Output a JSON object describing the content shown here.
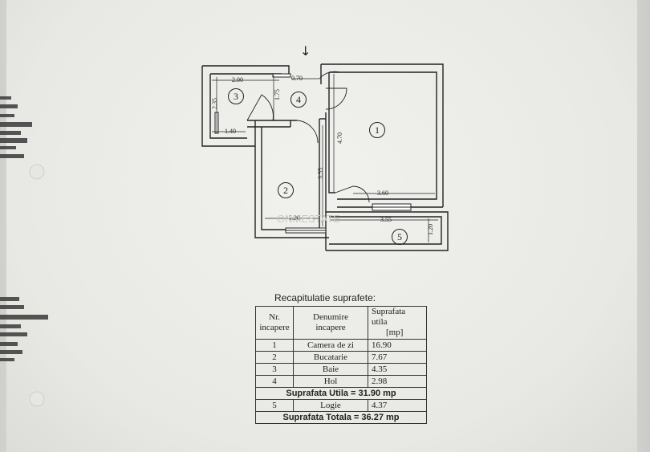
{
  "plan": {
    "dimensions": {
      "d_200": "2.00",
      "d_235": "2.35",
      "d_140": "1.40",
      "d_175": "1.75",
      "d_070": "0.70",
      "d_470": "4.70",
      "d_355_v": "3.55",
      "d_360": "3.60",
      "d_220": "2.20",
      "d_355_h": "3.55",
      "d_120": "1.20"
    },
    "rooms": [
      "1",
      "2",
      "3",
      "4",
      "5"
    ],
    "watermark": "ONMESTATE"
  },
  "summary": {
    "title": "Recapitulatie suprafete:",
    "headers": {
      "nr_line1": "Nr.",
      "nr_line2": "incapere",
      "name_line1": "Denumire",
      "name_line2": "incapere",
      "area_line1": "Suprafata utila",
      "area_line2": "[mp]"
    },
    "rows": [
      {
        "nr": "1",
        "name": "Camera de zi",
        "area": "16.90"
      },
      {
        "nr": "2",
        "name": "Bucatarie",
        "area": "7.67"
      },
      {
        "nr": "3",
        "name": "Baie",
        "area": "4.35"
      },
      {
        "nr": "4",
        "name": "Hol",
        "area": "2.98"
      }
    ],
    "utila_total": "Suprafata Utila  = 31.90 mp",
    "logie": {
      "nr": "5",
      "name": "Logie",
      "area": "4.37"
    },
    "grand_total": "Suprafata Totala  = 36.27 mp"
  }
}
